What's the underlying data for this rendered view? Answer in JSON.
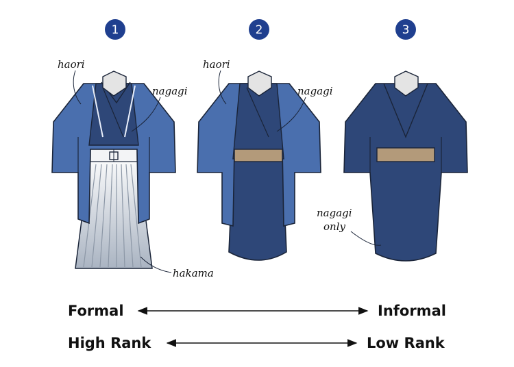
{
  "figures": [
    {
      "number": "1",
      "labels": {
        "haori": "haori",
        "nagagi": "nagagi",
        "hakama": "hakama"
      }
    },
    {
      "number": "2",
      "labels": {
        "haori": "haori",
        "nagagi": "nagagi"
      }
    },
    {
      "number": "3",
      "labels": {
        "nagagi_line1": "nagagi",
        "nagagi_line2": "only"
      }
    }
  ],
  "scales": [
    {
      "left": "Formal",
      "right": "Informal"
    },
    {
      "left": "High Rank",
      "right": "Low Rank"
    }
  ],
  "colors": {
    "badge": "#1f3f8f",
    "haori": "#4a6fae",
    "haori_dark": "#3a5c97",
    "nagagi": "#2e4778",
    "nagagi_dark": "#233a66",
    "obi": "#b39a7a",
    "collar": "#e4e4e4",
    "hakama_light": "#eef0f3",
    "hakama_stripe": "#8c97a6",
    "outline": "#1a2438"
  }
}
